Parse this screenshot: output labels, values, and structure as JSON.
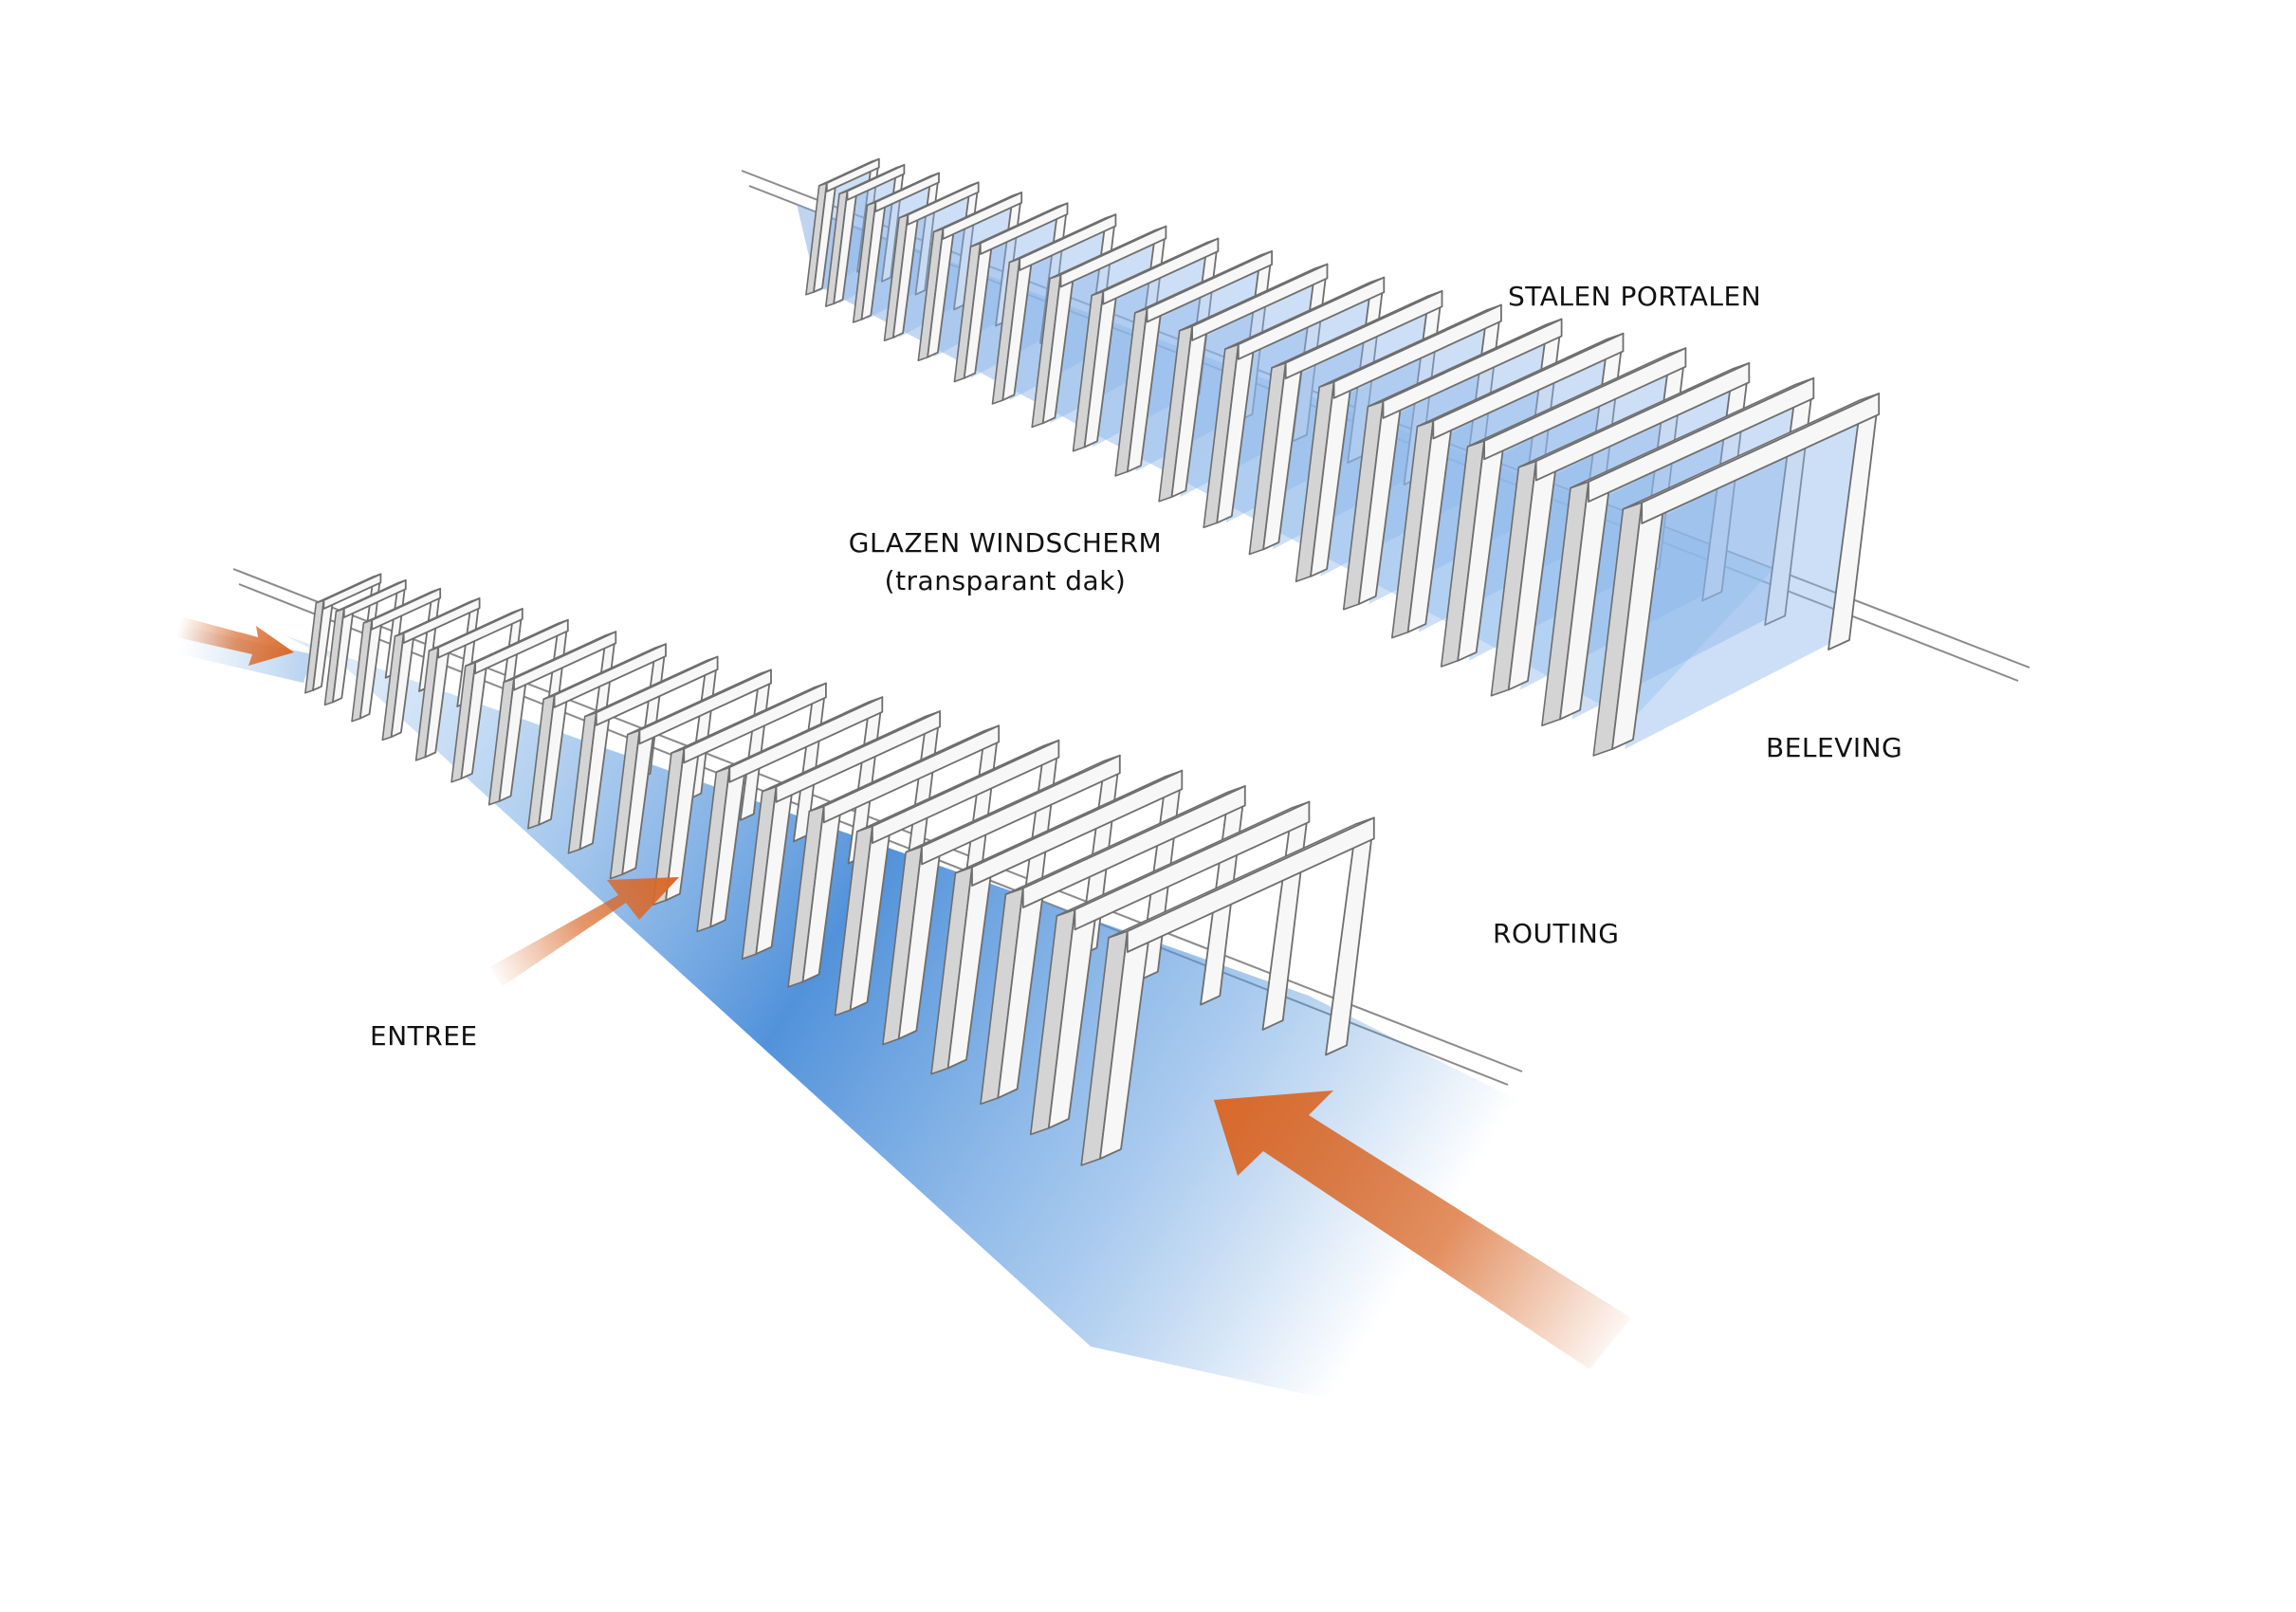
{
  "labels": {
    "stalen_portalen": "STALEN PORTALEN",
    "glazen_windscherm": "GLAZEN WINDSCHERM",
    "glazen_windscherm_sub": "(transparant dak)",
    "beleving": "BELEVING",
    "routing": "ROUTING",
    "entree": "ENTREE"
  },
  "colors": {
    "frame_fill": "#f7f7f7",
    "frame_edge": "#6e6e6e",
    "glass": "#8fb8ea",
    "route_blue": "#3f86d6",
    "arrow_orange": "#d9692a",
    "guide_line": "#8a8a8a"
  },
  "diagrams": {
    "upper_portal_count": 20,
    "lower_portal_count": 20
  }
}
